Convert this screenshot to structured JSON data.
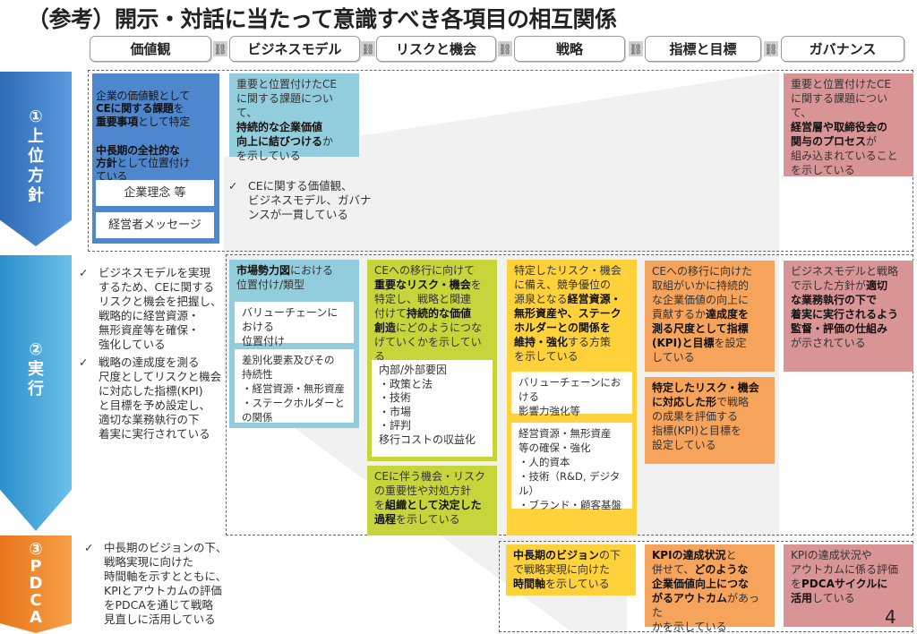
{
  "title": "（参考）開示・対話に当たって意識すべき各項目の相互関係",
  "tabs": [
    "価値観",
    "ビジネスモデル",
    "リスクと機会",
    "戦略",
    "指標と目標",
    "ガバナンス"
  ],
  "link_icon": "chain-link-icon",
  "rows": {
    "top": {
      "label": "①\n上\n位\n方\n針"
    },
    "exec": {
      "label": "②\n実\n行"
    },
    "pdca": {
      "label": "③\nP\nD\nC\nA"
    }
  },
  "colors": {
    "blue": "#4f87cf",
    "lightblue": "#92cddd",
    "green": "#c7d53b",
    "yellow": "#ffd13a",
    "orange": "#f6a35c",
    "pink": "#d99495"
  },
  "top": {
    "values_box": [
      {
        "t": "企業の価値観として\n"
      },
      {
        "t": "CEに関する課題",
        "b": true
      },
      {
        "t": "を\n"
      },
      {
        "t": "重要事項",
        "b": true
      },
      {
        "t": "として特定"
      }
    ],
    "values_box2": [
      {
        "t": "中長期の全社的な\n方針",
        "b": true
      },
      {
        "t": "として位置付け\nている"
      }
    ],
    "values_sub": [
      "企業理念 等",
      "経営者メッセージ"
    ],
    "bm_box": [
      {
        "t": "重要と位置付けたCE\nに関する課題について、\n"
      },
      {
        "t": "持続的な企業価値\n向上に結びつける",
        "b": true
      },
      {
        "t": "か\nを示している"
      }
    ],
    "check": "CEに関する価値観、\nビジネスモデル、ガバナ\nンスが一貫している",
    "gov_box": [
      {
        "t": "重要と位置付けたCE\nに関する課題について、\n"
      },
      {
        "t": "経営層や取締役会の\n関与のプロセス",
        "b": true
      },
      {
        "t": "が\n組み込まれていること\nを示している"
      }
    ]
  },
  "exec": {
    "checks": [
      "ビジネスモデルを実現\nするため、CEに関する\nリスクと機会を把握し、\n戦略的に経営資源・\n無形資産等を確保・\n強化している",
      "戦略の達成度を測る\n尺度としてリスクと機会\nに対応した指標(KPI)\nと目標を予め設定し、\n適切な業務執行の下\n着実に実行されている"
    ],
    "bm_box": [
      {
        "t": "市場勢力図",
        "b": true
      },
      {
        "t": "における\n位置付け/類型"
      }
    ],
    "bm_sub1": "バリューチェーンにおける\n位置付け",
    "bm_sub2": "差別化要素及びその\n持続性\n・経営資源・無形資産\n・ステークホルダーとの関係",
    "risk_box": [
      {
        "t": "CEへの移行に向けて\n"
      },
      {
        "t": "重要なリスク・機会",
        "b": true
      },
      {
        "t": "を\n特定し、戦略と関連\n付けて"
      },
      {
        "t": "持続的な価値\n創造",
        "b": true
      },
      {
        "t": "にどのようにつな\nげていくかを示している"
      }
    ],
    "risk_sub": "内部/外部要因\n・政策と法\n・技術\n・市場\n・評判\n移行コストの収益化",
    "risk_box2": [
      {
        "t": "CEに伴う機会・リスク\nの重要性や対処方針\nを"
      },
      {
        "t": "組織として決定した\n過程",
        "b": true
      },
      {
        "t": "を示している"
      }
    ],
    "strategy_box": [
      {
        "t": "特定したリスク・機会\nに備え、競争優位の\n源泉となる"
      },
      {
        "t": "経営資源・\n無形資産や、ステーク\nホルダーとの関係を\n維持・強化",
        "b": true
      },
      {
        "t": "する方策\nを示している"
      }
    ],
    "strategy_sub1": "バリューチェーンにおける\n影響力強化等",
    "strategy_sub2": "経営資源・無形資産\n等の確保・強化\n・人的資本\n・技術（R&D, デジタル）\n・ブランド・顧客基盤",
    "kpi_box": [
      {
        "t": "CEへの移行に向けた\n取組がいかに持続的\nな企業価値の向上に\n貢献するか"
      },
      {
        "t": "達成度を\n測る尺度として指標\n(KPI)と目標",
        "b": true
      },
      {
        "t": "を設定\nしている"
      }
    ],
    "kpi_box2": [
      {
        "t": "特定したリスク・機会\nに対応した形",
        "b": true
      },
      {
        "t": "で戦略\nの成果を評価する\n指標(KPI)と目標を\n設定している"
      }
    ],
    "gov_box": [
      {
        "t": "ビジネスモデルと戦略\nで示した方針が"
      },
      {
        "t": "適切\nな業務執行の下で\n着実に実行されるよう\n監督・評価の仕組み",
        "b": true
      },
      {
        "t": "\nが示されている"
      }
    ]
  },
  "pdca": {
    "check": "中長期のビジョンの下、\n戦略実現に向けた\n時間軸を示すとともに、\nKPIとアウトカムの評価\nをPDCAを通じて戦略\n見直しに活用している",
    "strategy_box": [
      {
        "t": "中長期のビジョン",
        "b": true
      },
      {
        "t": "の下\nで戦略実現に向けた\n"
      },
      {
        "t": "時間軸",
        "b": true
      },
      {
        "t": "を示している"
      }
    ],
    "kpi_box": [
      {
        "t": "KPIの達成状況",
        "b": true
      },
      {
        "t": "と\n併せて、"
      },
      {
        "t": "どのような\n企業価値向上につな\nがるアウトカム",
        "b": true
      },
      {
        "t": "があった\nかを示している"
      }
    ],
    "gov_box": [
      {
        "t": "KPIの達成状況や\nアウトカムに係る評価\nを"
      },
      {
        "t": "PDCAサイクルに\n活用",
        "b": true
      },
      {
        "t": "している"
      }
    ]
  },
  "page_number": "4"
}
